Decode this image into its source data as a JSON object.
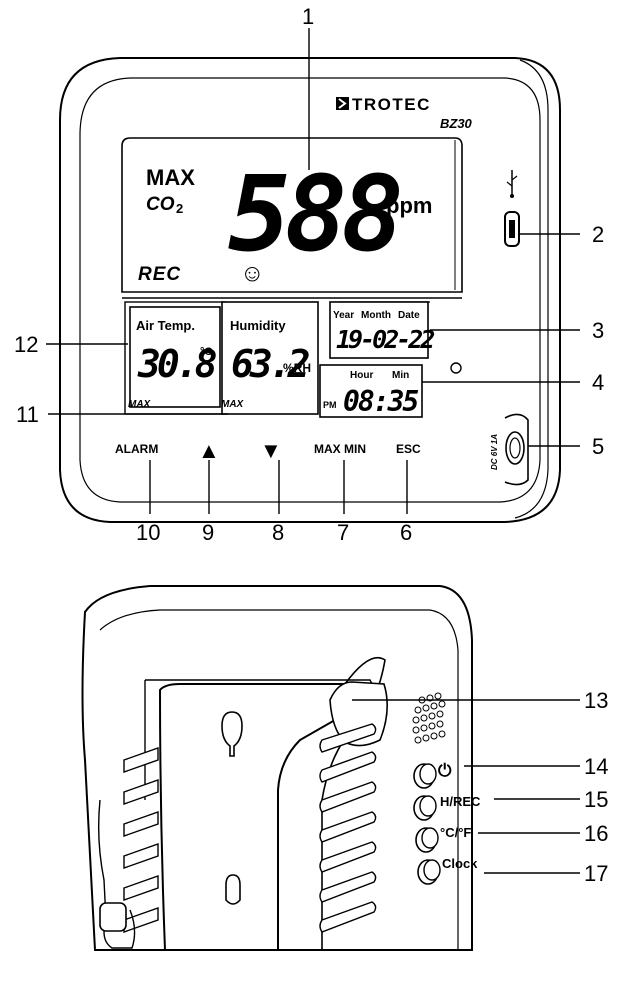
{
  "brand": {
    "logo_text": "TROTEC",
    "model": "BZ30"
  },
  "co2_display": {
    "mode": "MAX",
    "gas": "CO",
    "gas_subscript": "2",
    "value": "588",
    "unit": "ppm",
    "rec": "REC",
    "smiley": "☺"
  },
  "temperature_display": {
    "label": "Air Temp.",
    "value": "30.8",
    "unit": "°C",
    "max": "MAX"
  },
  "humidity_display": {
    "label": "Humidity",
    "value": "63.2",
    "unit": "%RH",
    "max": "MAX"
  },
  "date_display": {
    "year_label": "Year",
    "month_label": "Month",
    "date_label": "Date",
    "value": "19-02-22"
  },
  "time_display": {
    "hour_label": "Hour",
    "min_label": "Min",
    "pm": "PM",
    "value": "08:35"
  },
  "front_buttons": {
    "alarm": "ALARM",
    "up": "▲",
    "down": "▼",
    "maxmin": "MAX MIN",
    "esc": "ESC"
  },
  "dc_label": "DC 6V 1A",
  "back_buttons": {
    "power": "⏻",
    "rec": "H/REC",
    "unit": "°C/°F",
    "clock": "Clock"
  },
  "callouts": [
    "1",
    "2",
    "3",
    "4",
    "5",
    "6",
    "7",
    "8",
    "9",
    "10",
    "11",
    "12",
    "13",
    "14",
    "15",
    "16",
    "17"
  ]
}
